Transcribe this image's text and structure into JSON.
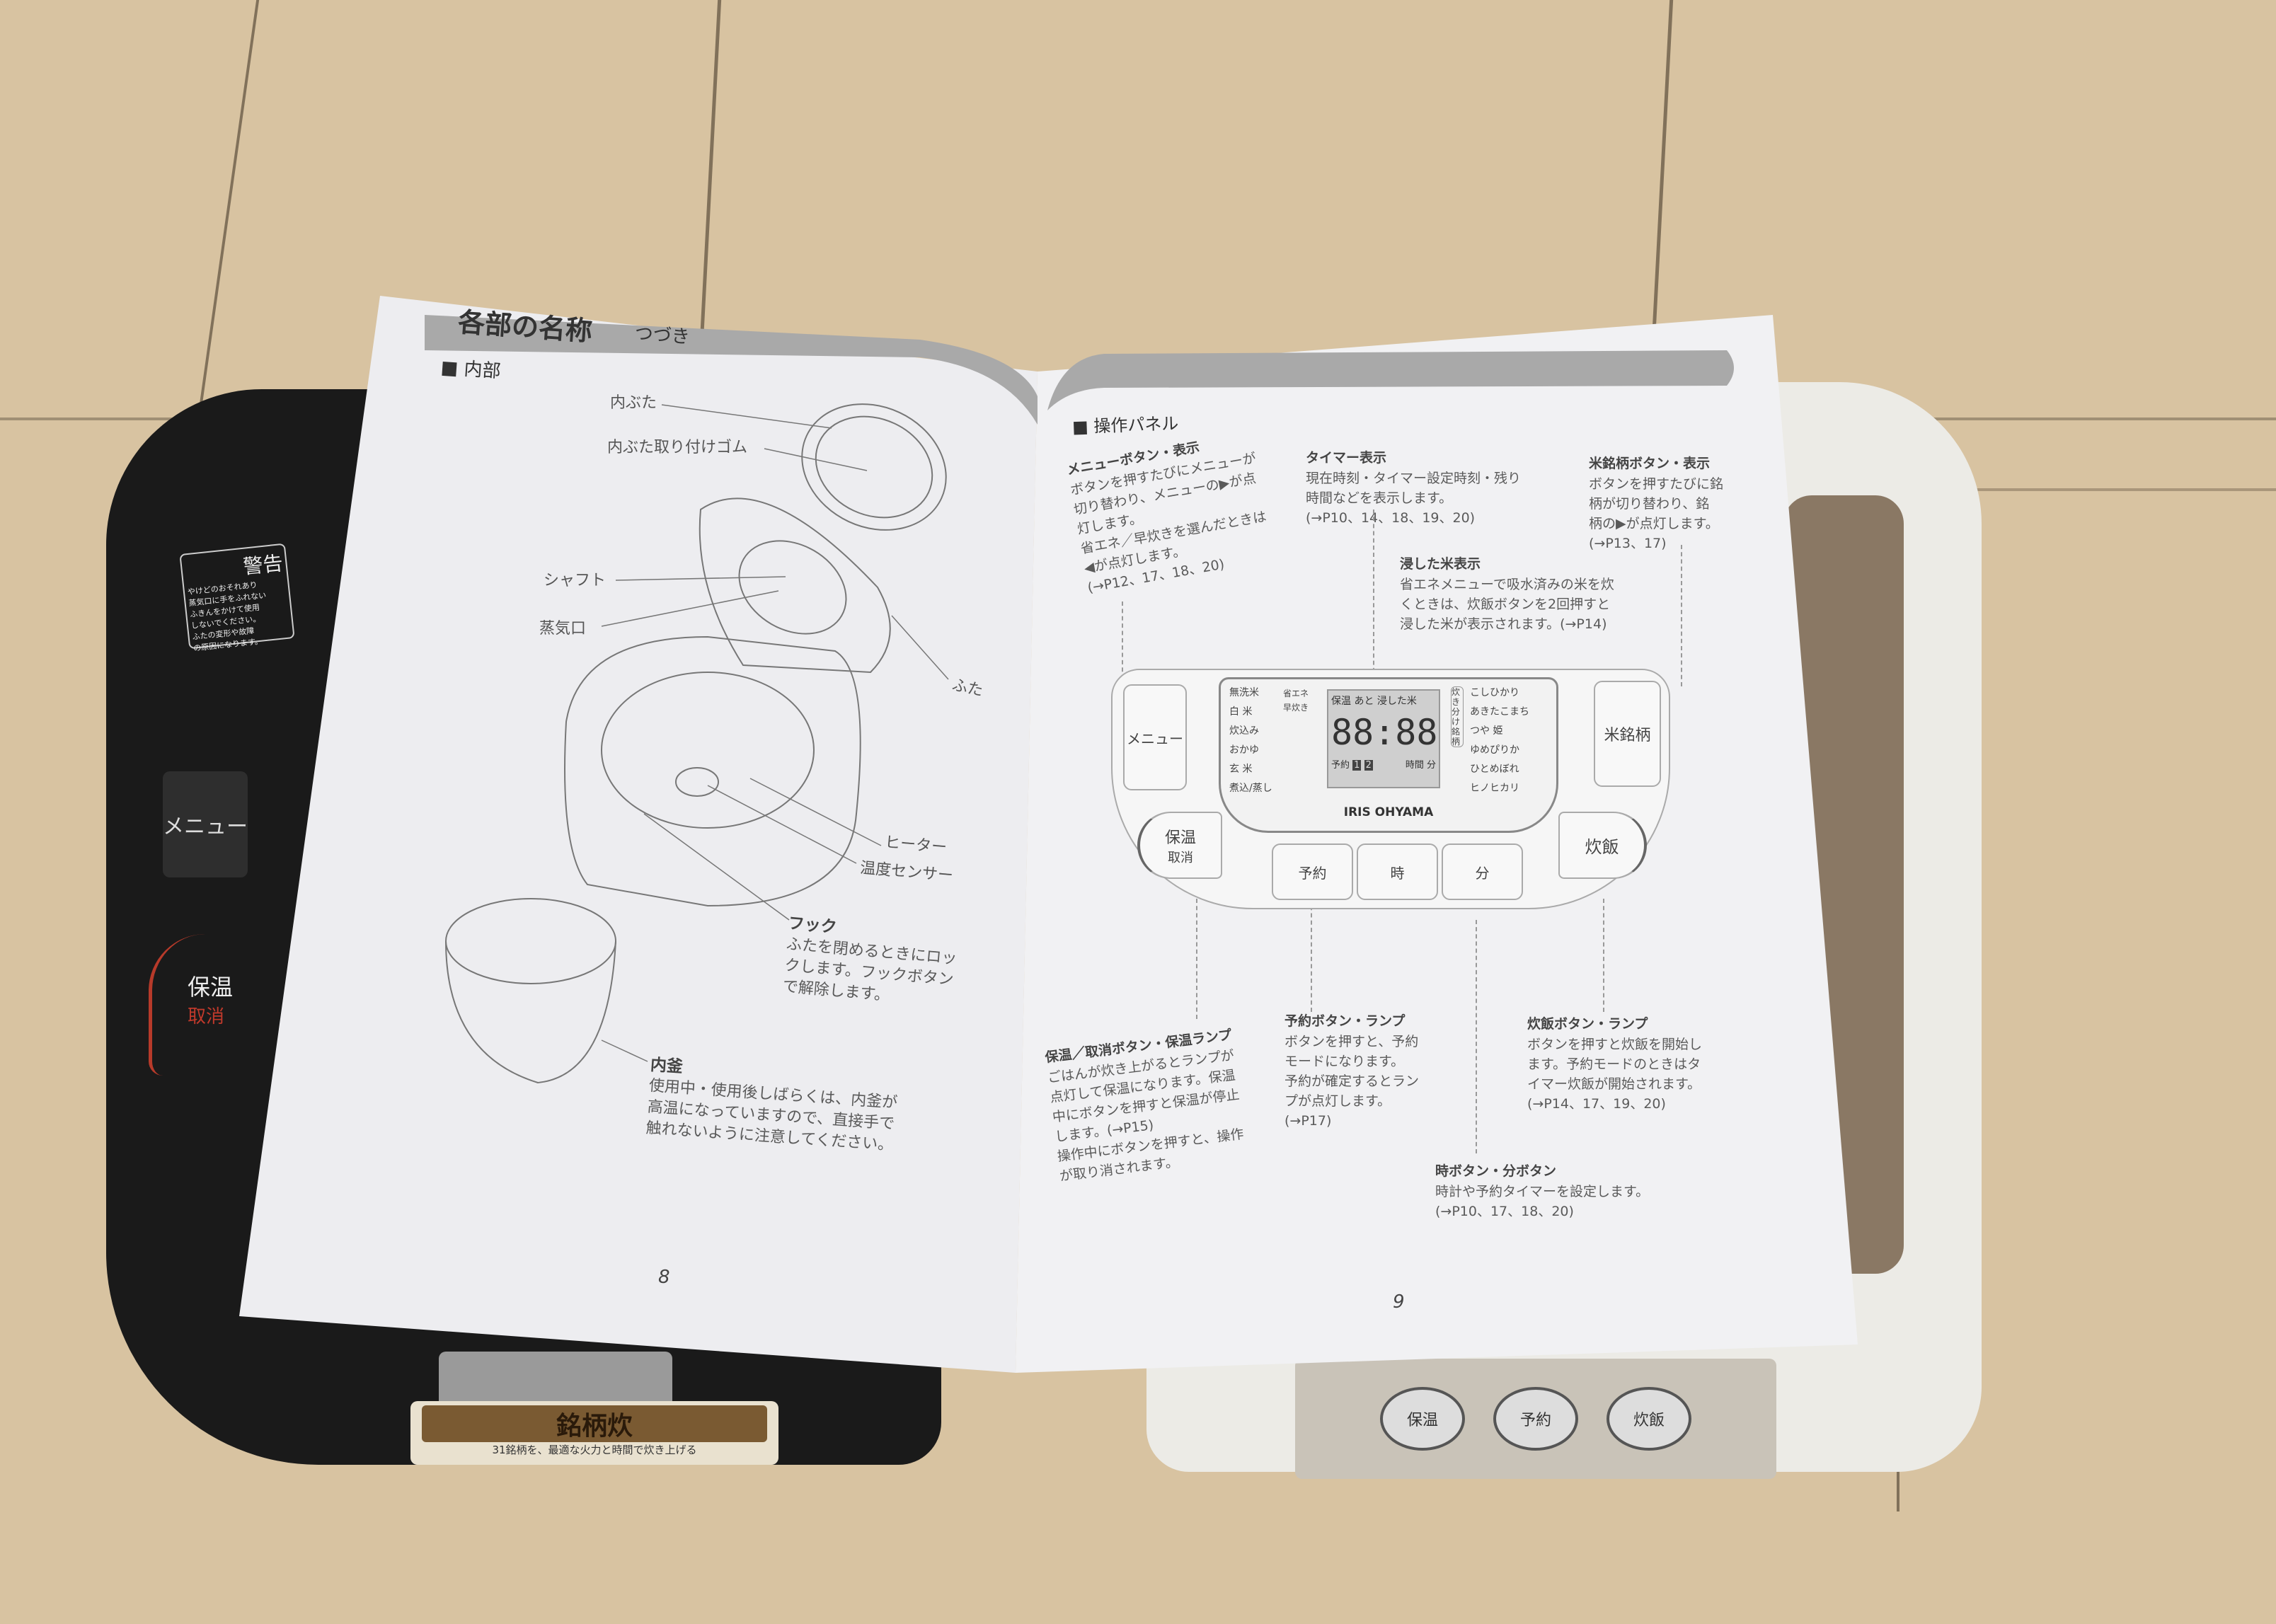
{
  "left_page": {
    "title": "各部の名称",
    "title_sub": "つづき",
    "section": "内部",
    "labels": {
      "inner_lid": "内ぶた",
      "inner_lid_rubber": "内ぶた取り付けゴム",
      "shaft": "シャフト",
      "steam_vent": "蒸気口",
      "lid": "ふた",
      "heater": "ヒーター",
      "temp_sensor": "温度センサー"
    },
    "hook": {
      "title": "フック",
      "lines": [
        "ふたを閉めるときにロッ",
        "クします。フックボタン",
        "で解除します。"
      ]
    },
    "inner_pot": {
      "title": "内釜",
      "lines": [
        "使用中・使用後しばらくは、内釜が",
        "高温になっていますので、直接手で",
        "触れないように注意してください。"
      ]
    },
    "page_number": "8"
  },
  "right_page": {
    "section": "操作パネル",
    "menu": {
      "title": "メニューボタン・表示",
      "lines": [
        "ボタンを押すたびにメニューが",
        "切り替わり、メニューの▶が点",
        "灯します。",
        "省エネ／早炊きを選んだときは",
        "◀が点灯します。",
        "(→P12、17、18、20)"
      ]
    },
    "timer": {
      "title": "タイマー表示",
      "lines": [
        "現在時刻・タイマー設定時刻・残り",
        "時間などを表示します。",
        "(→P10、14、18、19、20)"
      ]
    },
    "brand": {
      "title": "米銘柄ボタン・表示",
      "lines": [
        "ボタンを押すたびに銘",
        "柄が切り替わり、銘",
        "柄の▶が点灯します。",
        "(→P13、17)"
      ]
    },
    "soaked": {
      "title": "浸した米表示",
      "lines": [
        "省エネメニューで吸水済みの米を炊",
        "くときは、炊飯ボタンを2回押すと",
        "浸した米が表示されます。(→P14)"
      ]
    },
    "keep_warm": {
      "title": "保温／取消ボタン・保温ランプ",
      "lines": [
        "ごはんが炊き上がるとランプが",
        "点灯して保温になります。保温",
        "中にボタンを押すと保温が停止",
        "します。(→P15)",
        "操作中にボタンを押すと、操作",
        "が取り消されます。"
      ]
    },
    "reserve": {
      "title": "予約ボタン・ランプ",
      "lines": [
        "ボタンを押すと、予約",
        "モードになります。",
        "予約が確定するとラン",
        "プが点灯します。",
        "(→P17)"
      ]
    },
    "cook": {
      "title": "炊飯ボタン・ランプ",
      "lines": [
        "ボタンを押すと炊飯を開始し",
        "ます。予約モードのときはタ",
        "イマー炊飯が開始されます。",
        "(→P14、17、19、20)"
      ]
    },
    "hour_min": {
      "title": "時ボタン・分ボタン",
      "lines": [
        "時計や予約タイマーを設定します。",
        "(→P10、17、18、20)"
      ]
    },
    "panel": {
      "menu_btn": "メニュー",
      "brand_btn": "米銘柄",
      "keep_btn": "保温",
      "keep_btn_sub": "取消",
      "reserve_btn": "予約",
      "hour_btn": "時",
      "min_btn": "分",
      "cook_btn": "炊飯",
      "menus": [
        "無洗米",
        "白 米",
        "炊込み",
        "おかゆ",
        "玄 米",
        "煮込/蒸し"
      ],
      "modes": [
        "省エネ",
        "早炊き"
      ],
      "lcd_top": "保温 あと 浸した米",
      "lcd_digits": "88:88",
      "lcd_bottom_left": "予約",
      "lcd_r1": "1",
      "lcd_r2": "2",
      "lcd_bottom_right": "時間 分",
      "brand_caption": "炊き分け銘柄",
      "brands": [
        "こしひかり",
        "あきたこまち",
        "つや 姫",
        "ゆめぴりか",
        "ひとめぼれ",
        "ヒノヒカリ"
      ],
      "logo": "IRIS OHYAMA"
    },
    "page_number": "9"
  },
  "cooker_left": {
    "warning_title": "警告",
    "warning_lines": [
      "やけどのおそれあり",
      "蒸気口に手をふれない",
      "ふきんをかけて使用",
      "しないでください。",
      "ふたの変形や故障",
      "の原因になります。"
    ],
    "menu_btn": "メニュー",
    "keep_btn": "保温",
    "keep_sub": "取消",
    "sticker": "銘柄炊",
    "sticker_sub": "31銘柄を、最適な火力と時間で炊き上げる"
  },
  "cooker_right": {
    "buttons": [
      "保温",
      "予約",
      "炊飯"
    ]
  }
}
